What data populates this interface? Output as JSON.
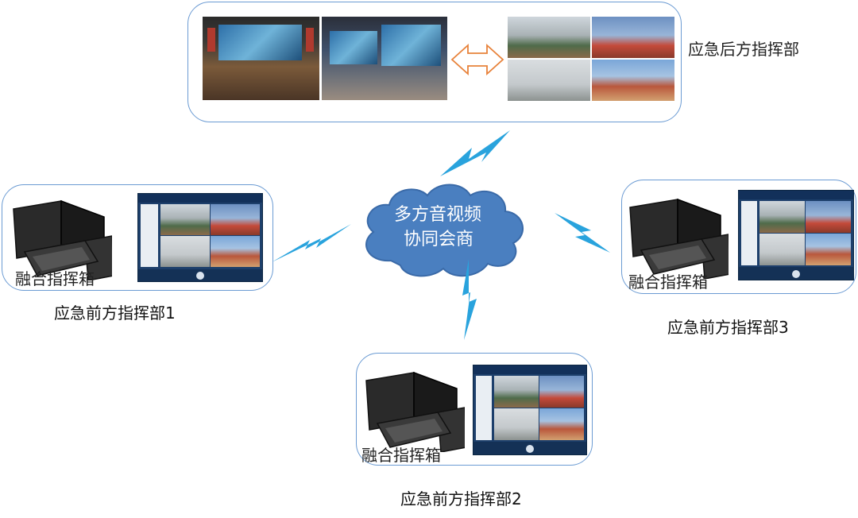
{
  "hub": {
    "line1": "多方音视频",
    "line2": "协同会商"
  },
  "rear": {
    "label": "应急后方指挥部"
  },
  "front1": {
    "device_label": "融合指挥箱",
    "caption": "应急前方指挥部1"
  },
  "front2": {
    "device_label": "融合指挥箱",
    "caption": "应急前方指挥部2"
  },
  "front3": {
    "device_label": "融合指挥箱",
    "caption": "应急前方指挥部3"
  },
  "colors": {
    "border": "#6b9bd3",
    "cloud": "#4a7fc0",
    "bolt": "#29a3dd",
    "arrow": "#e8823a"
  }
}
